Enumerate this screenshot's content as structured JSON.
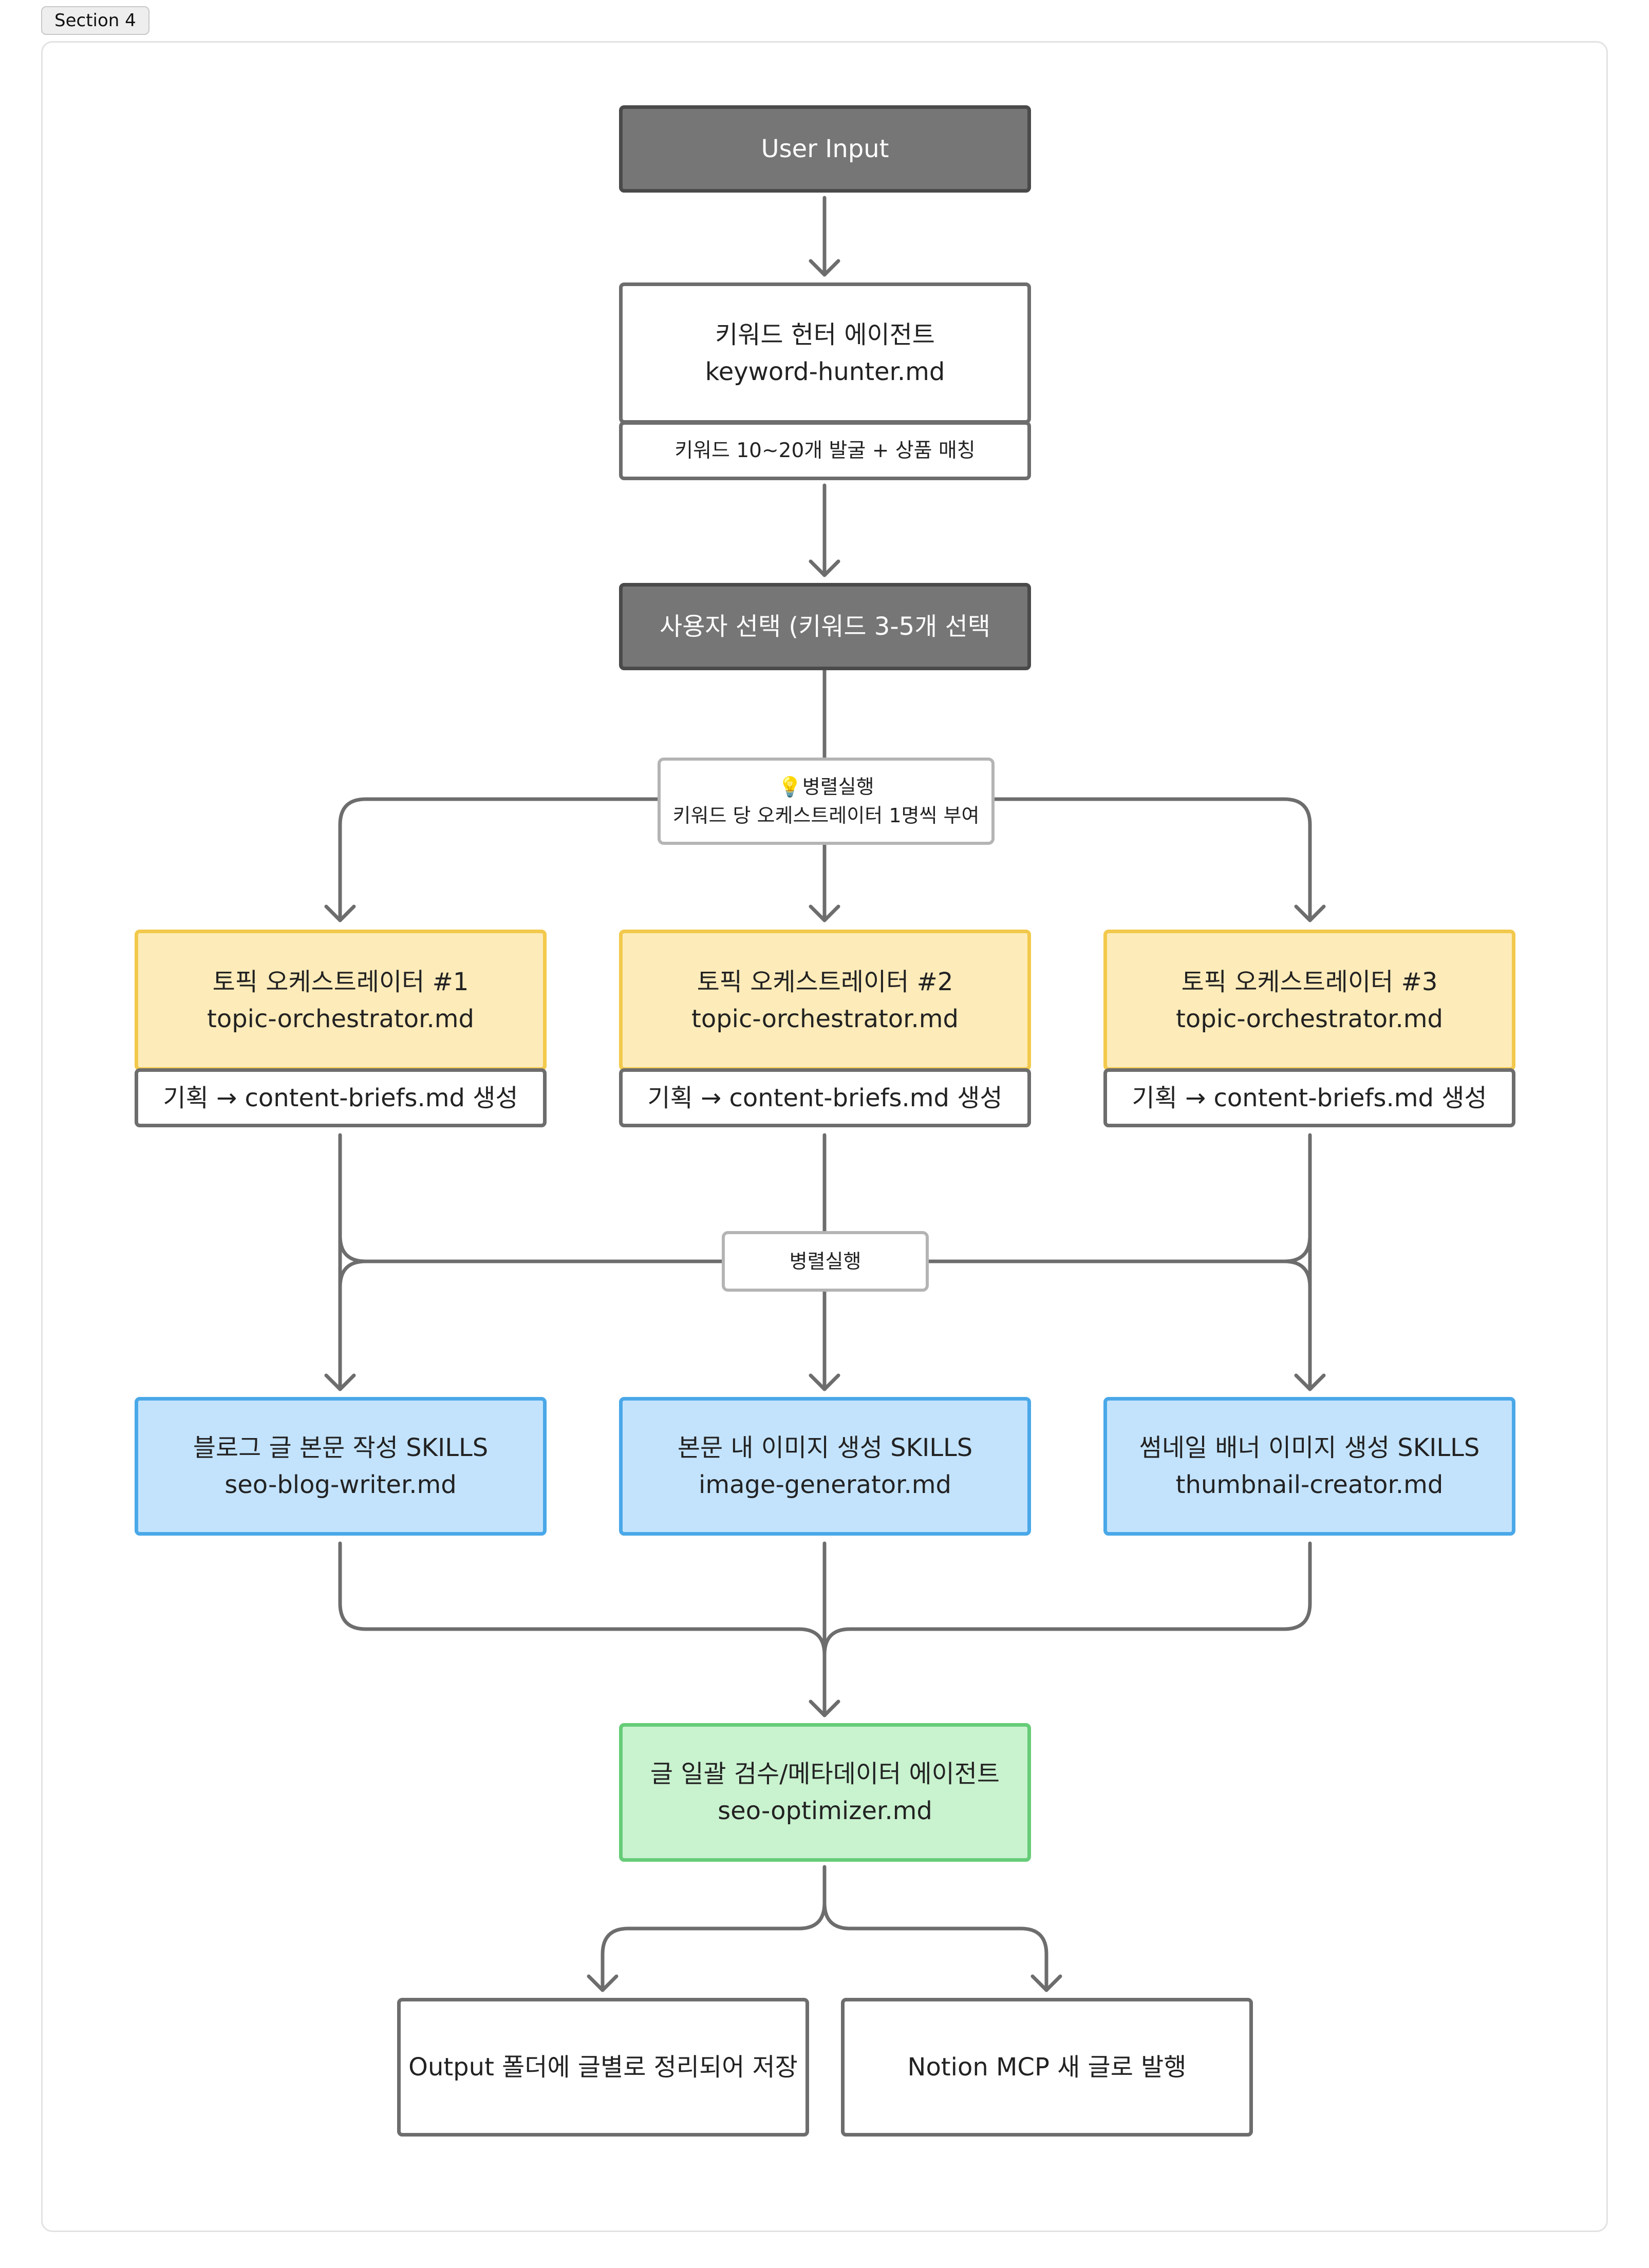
{
  "section": {
    "label": "Section 4"
  },
  "nodes": {
    "user_input": {
      "label": "User Input"
    },
    "keyword_hunter": {
      "title": "키워드 헌터 에이전트",
      "file": "keyword-hunter.md",
      "note": "키워드 10~20개 발굴 + 상품 매칭"
    },
    "user_select": {
      "label": "사용자 선택 (키워드 3-5개 선택"
    },
    "parallel_1": {
      "icon": "light-bulb",
      "title": "💡병렬실행",
      "desc": "키워드 당 오케스트레이터 1명씩 부여"
    },
    "orchestrators": [
      {
        "title": "토픽 오케스트레이터 #1",
        "file": "topic-orchestrator.md",
        "note": "기획 → content-briefs.md 생성"
      },
      {
        "title": "토픽 오케스트레이터 #2",
        "file": "topic-orchestrator.md",
        "note": "기획 → content-briefs.md 생성"
      },
      {
        "title": "토픽 오케스트레이터 #3",
        "file": "topic-orchestrator.md",
        "note": "기획 → content-briefs.md 생성"
      }
    ],
    "parallel_2": {
      "label": "병렬실행"
    },
    "skills": [
      {
        "title": "블로그 글 본문 작성 SKILLS",
        "file": "seo-blog-writer.md"
      },
      {
        "title": "본문 내 이미지 생성 SKILLS",
        "file": "image-generator.md"
      },
      {
        "title": "썸네일 배너 이미지 생성 SKILLS",
        "file": "thumbnail-creator.md"
      }
    ],
    "optimizer": {
      "title": "글 일괄 검수/메타데이터 에이전트",
      "file": "seo-optimizer.md"
    },
    "outputs": [
      {
        "label": "Output 폴더에 글별로 정리되어 저장"
      },
      {
        "label": "Notion MCP 새 글로 발행"
      }
    ]
  },
  "colors": {
    "dark": "#767676",
    "orchestrator": "#fdebb9",
    "orchestrator_border": "#f2c94c",
    "skill": "#c3e3fd",
    "skill_border": "#4aa8e8",
    "optimizer": "#c9f2cf",
    "optimizer_border": "#66cc78",
    "edge": "#6d6d6d"
  }
}
